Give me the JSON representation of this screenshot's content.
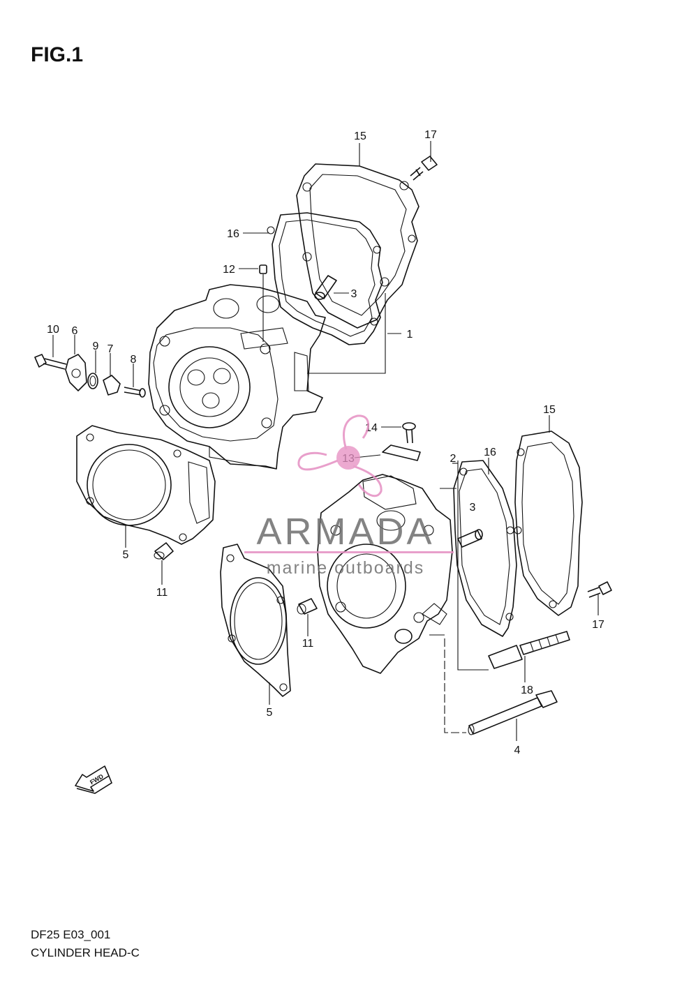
{
  "figure_title": "FIG.1",
  "footer": {
    "model_code": "DF25 E03_001",
    "section_name": "CYLINDER HEAD-C"
  },
  "watermark": {
    "brand": "ARMADA",
    "tagline": "marine outboards",
    "accent_color": "#e58fc2",
    "text_color": "#6e6e6e"
  },
  "direction_badge": "FWD",
  "callouts": {
    "c15a": "15",
    "c17a": "17",
    "c16a": "16",
    "c12": "12",
    "c3a": "3",
    "c1": "1",
    "c10": "10",
    "c6": "6",
    "c9": "9",
    "c7": "7",
    "c8": "8",
    "c5a": "5",
    "c11a": "11",
    "c14": "14",
    "c13": "13",
    "c15b": "15",
    "c2": "2",
    "c16b": "16",
    "c3b": "3",
    "c17b": "17",
    "c11b": "11",
    "c5b": "5",
    "c18": "18",
    "c4": "4"
  }
}
